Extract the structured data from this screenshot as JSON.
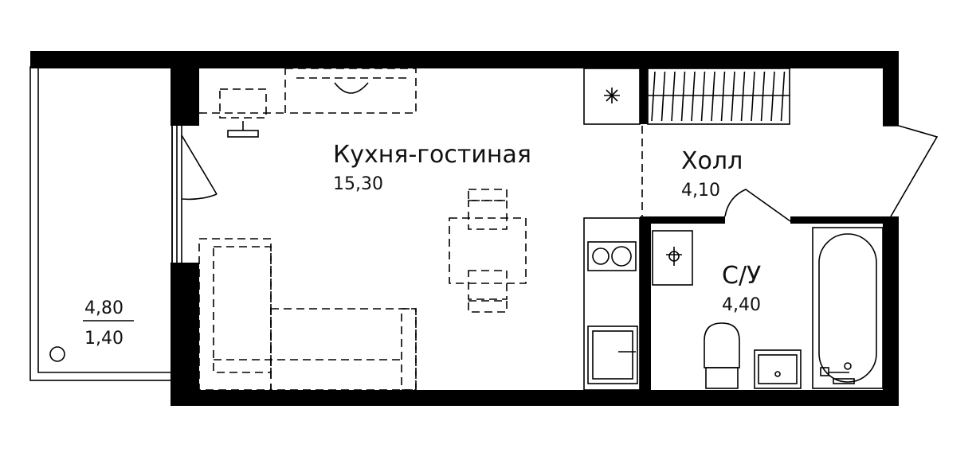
{
  "plan": {
    "rooms": [
      {
        "id": "kitchen-living",
        "name": "Кухня-гостиная",
        "area": "15,30"
      },
      {
        "id": "hall",
        "name": "Холл",
        "area": "4,10"
      },
      {
        "id": "bathroom",
        "name": "С/У",
        "area": "4,40"
      }
    ],
    "balcony": {
      "area_top": "4,80",
      "area_bottom": "1,40"
    }
  }
}
